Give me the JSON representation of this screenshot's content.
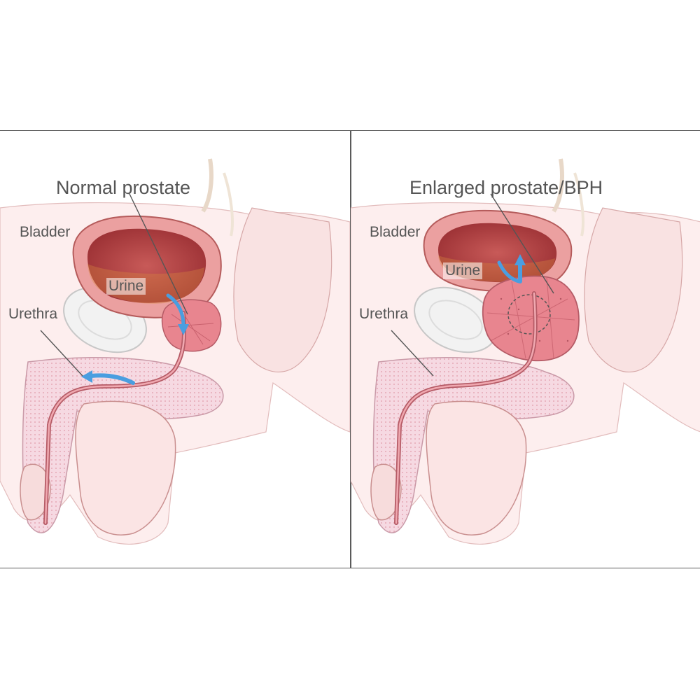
{
  "panels": {
    "normal": {
      "title": "Normal prostate",
      "labels": {
        "bladder": "Bladder",
        "urine": "Urine",
        "urethra": "Urethra"
      }
    },
    "enlarged": {
      "title": "Enlarged prostate/BPH",
      "labels": {
        "bladder": "Bladder",
        "urine": "Urine",
        "urethra": "Urethra"
      }
    }
  },
  "colors": {
    "skin": "#fbe6e6",
    "skin_outline": "#c98f8f",
    "bladder_wall": "#e79a9a",
    "bladder_inner": "#a83a3c",
    "prostate": "#e98a92",
    "arrow": "#4a9ee0",
    "bone": "#f3f3f3",
    "label_text": "#555555",
    "border": "#5a5a5a"
  }
}
